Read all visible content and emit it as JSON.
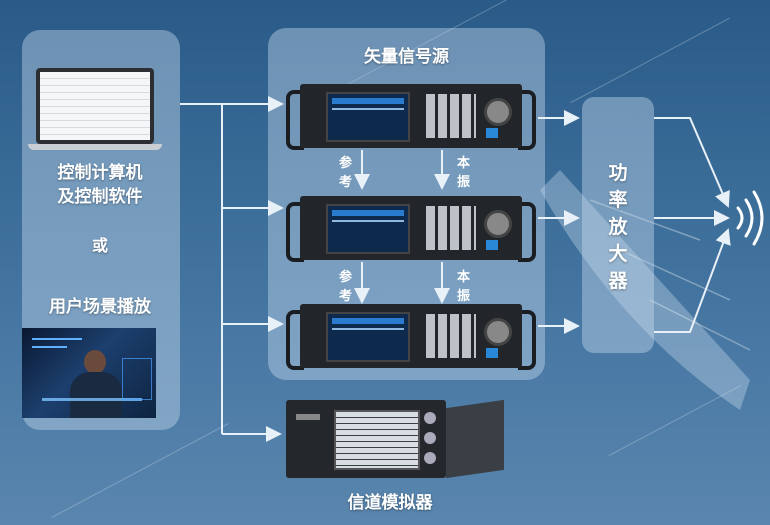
{
  "left_panel": {
    "computer_label_line1": "控制计算机",
    "computer_label_line2": "及控制软件",
    "or_label": "或",
    "playback_label": "用户场景播放"
  },
  "generator_group": {
    "title": "矢量信号源"
  },
  "links": {
    "ref_1": "参",
    "ref_2": "考",
    "lo_1": "本",
    "lo_2": "振"
  },
  "amplifier": {
    "label": [
      "功",
      "率",
      "放",
      "大",
      "器"
    ]
  },
  "channel_emulator": {
    "label": "信道模拟器"
  },
  "colors": {
    "background": "#3a6c98",
    "panel": "rgba(200,220,238,0.42)",
    "arrow": "#e8f0f8",
    "device_body": "#1f2328",
    "screen_accent": "#2a7bd0"
  },
  "icons": [
    "laptop-icon",
    "signal-generator-icon",
    "channel-emulator-icon",
    "radio-waves-icon",
    "satellite-dish-icon"
  ]
}
